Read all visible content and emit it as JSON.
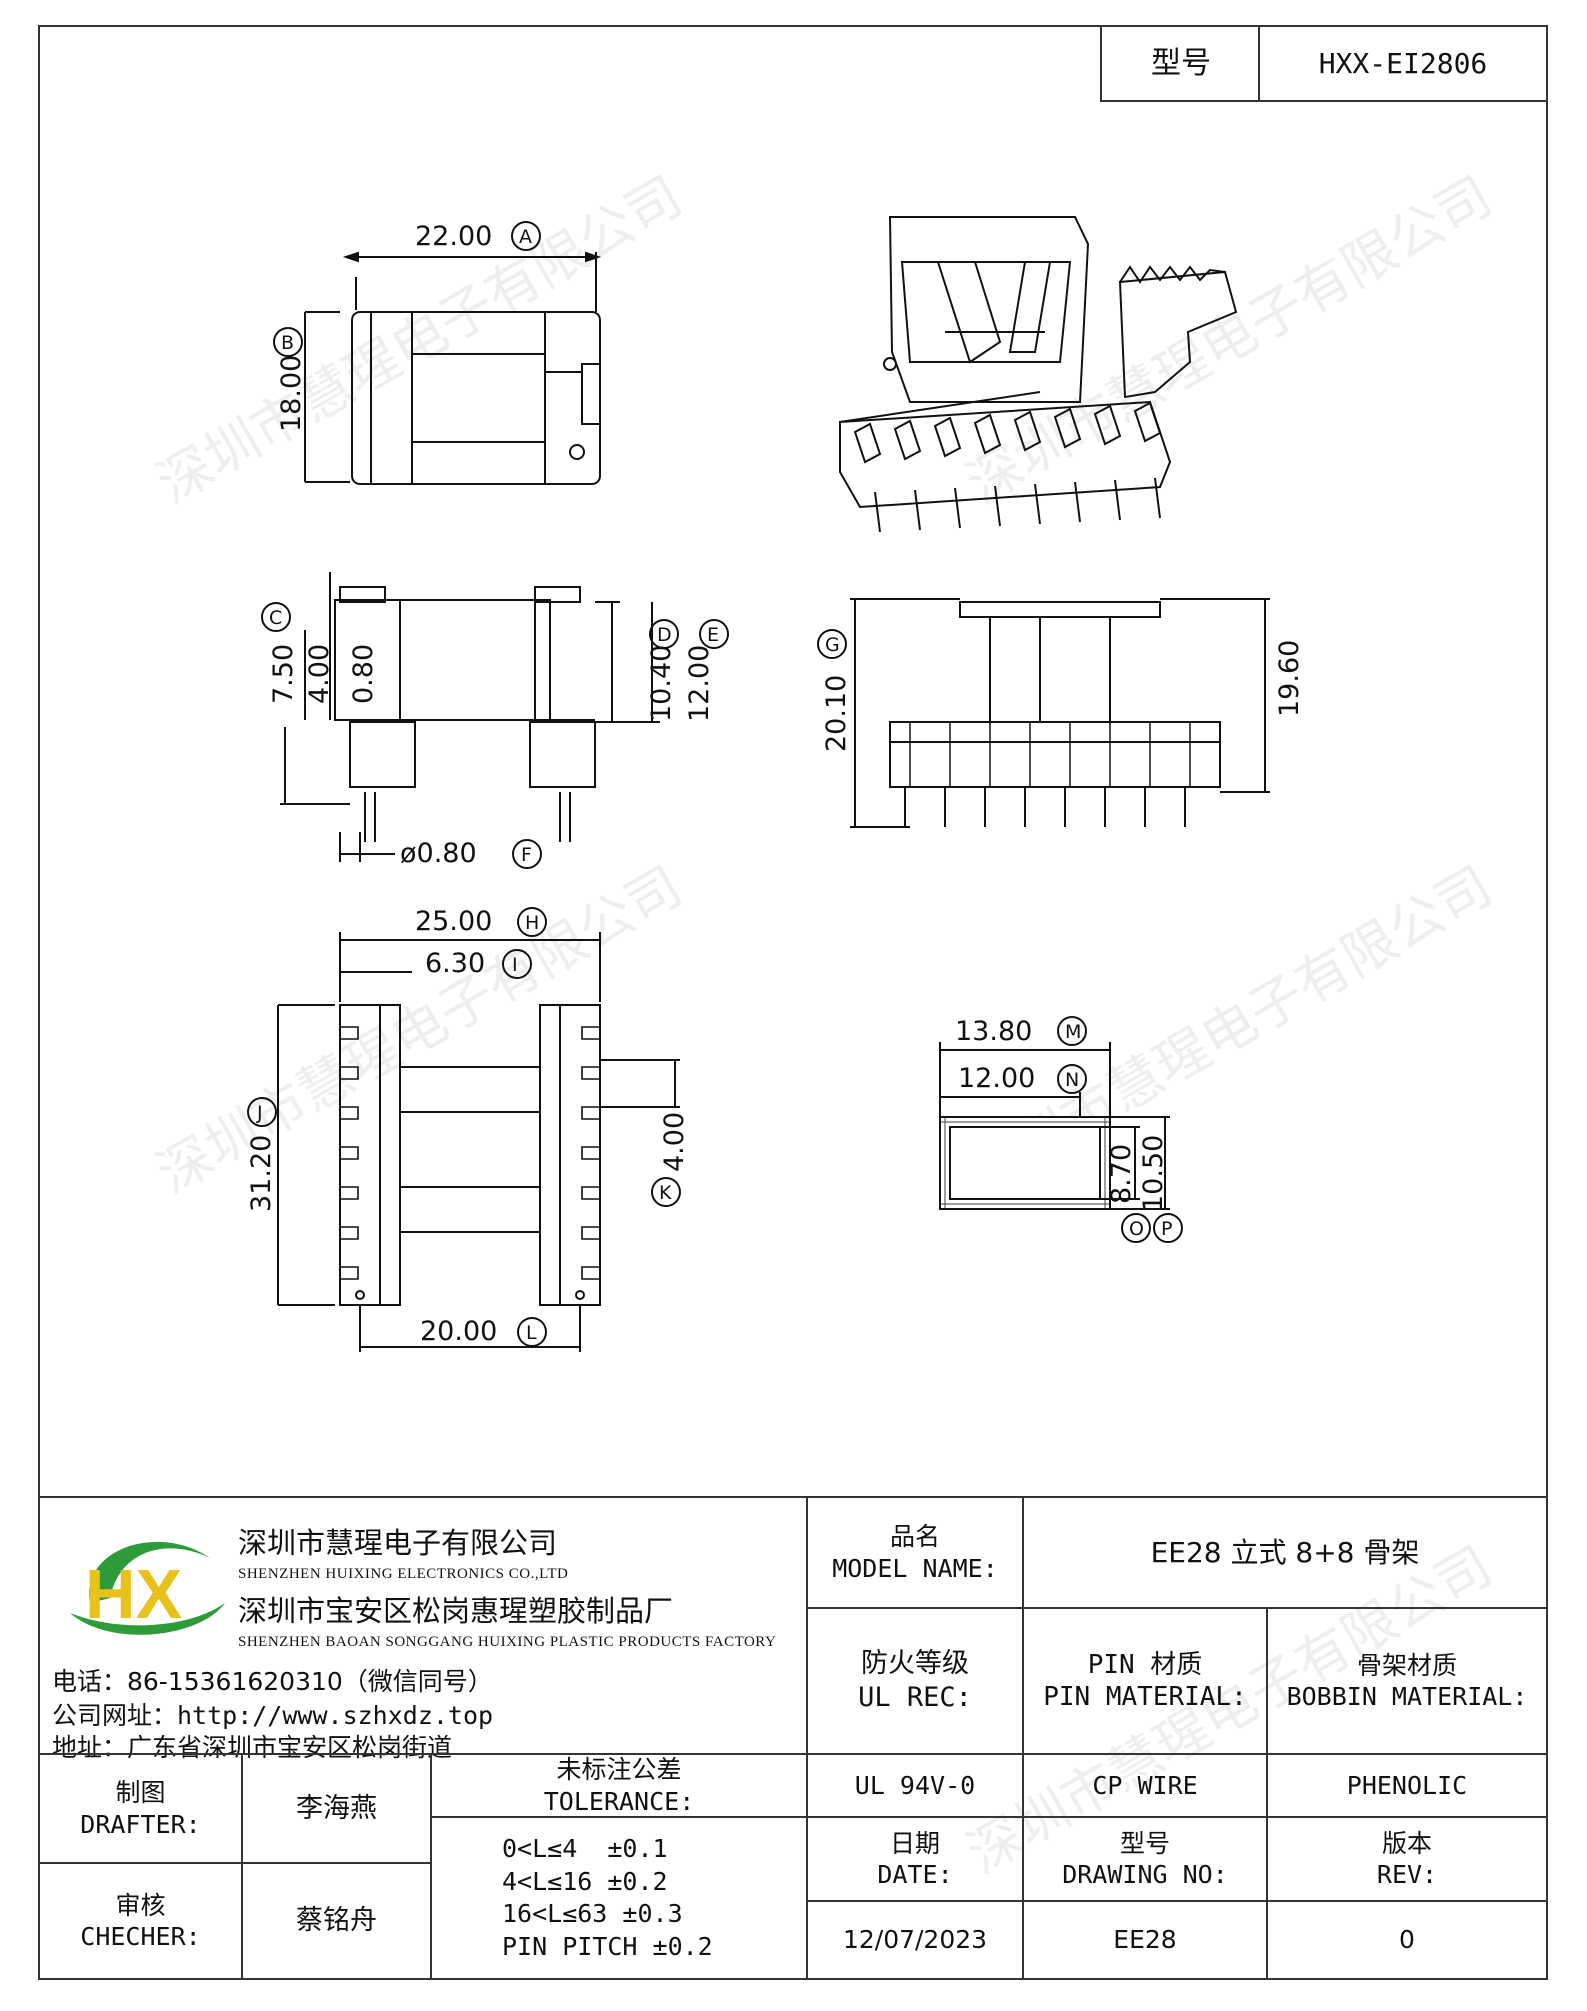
{
  "header": {
    "model_label": "型号",
    "model_value": "HXX-EI2806"
  },
  "dimensions": {
    "A": "22.00",
    "B": "18.00",
    "C": "7.50",
    "c_4": "4.00",
    "c_080": "0.80",
    "D": "10.40",
    "E": "12.00",
    "F": "ø0.80",
    "G": "20.10",
    "g_1960": "19.60",
    "H": "25.00",
    "I": "6.30",
    "J": "31.20",
    "K": "4.00",
    "L": "20.00",
    "M": "13.80",
    "N": "12.00",
    "O": "8.70",
    "P": "10.50"
  },
  "dim_letters": [
    "A",
    "B",
    "C",
    "D",
    "E",
    "F",
    "G",
    "H",
    "I",
    "J",
    "K",
    "L",
    "M",
    "N",
    "O",
    "P"
  ],
  "watermark": "深圳市慧瑆电子有限公司",
  "company": {
    "name_cn": "深圳市慧瑆电子有限公司",
    "name_en": "SHENZHEN HUIXING ELECTRONICS CO.,LTD",
    "factory_cn": "深圳市宝安区松岗惠瑆塑胶制品厂",
    "factory_en": "SHENZHEN BAOAN SONGGANG HUIXING PLASTIC PRODUCTS FACTORY",
    "phone": "电话：86-15361620310（微信同号）",
    "website": "公司网址：http://www.szhxdz.top",
    "address": "地址：广东省深圳市宝安区松岗街道",
    "logo_text": "HX",
    "colors": {
      "green": "#2e9b3a",
      "yellow": "#e8c21a"
    }
  },
  "title_block": {
    "model_name_cn": "品名",
    "model_name_en": "MODEL NAME:",
    "model_name_value": "EE28 立式 8+8 骨架",
    "ul_cn": "防火等级",
    "ul_en": "UL REC:",
    "pin_cn": "PIN 材质",
    "pin_en": "PIN MATERIAL:",
    "bobbin_cn": "骨架材质",
    "bobbin_en": "BOBBIN MATERIAL:",
    "ul_value": "UL 94V-0",
    "pin_value": "CP WIRE",
    "bobbin_value": "PHENOLIC",
    "drafter_cn": "制图",
    "drafter_en": "DRAFTER:",
    "drafter_name": "李海燕",
    "checker_cn": "审核",
    "checker_en": "CHECHER:",
    "checker_name": "蔡铭舟",
    "tolerance_cn": "未标注公差",
    "tolerance_en": "TOLERANCE:",
    "tolerance_lines": [
      "0<L≤4  ±0.1",
      "4<L≤16 ±0.2",
      "16<L≤63 ±0.3",
      "PIN PITCH ±0.2"
    ],
    "date_cn": "日期",
    "date_en": "DATE:",
    "date_value": "12/07/2023",
    "drawing_cn": "型号",
    "drawing_en": "DRAWING NO:",
    "drawing_value": "EE28",
    "rev_cn": "版本",
    "rev_en": "REV:",
    "rev_value": "0"
  }
}
